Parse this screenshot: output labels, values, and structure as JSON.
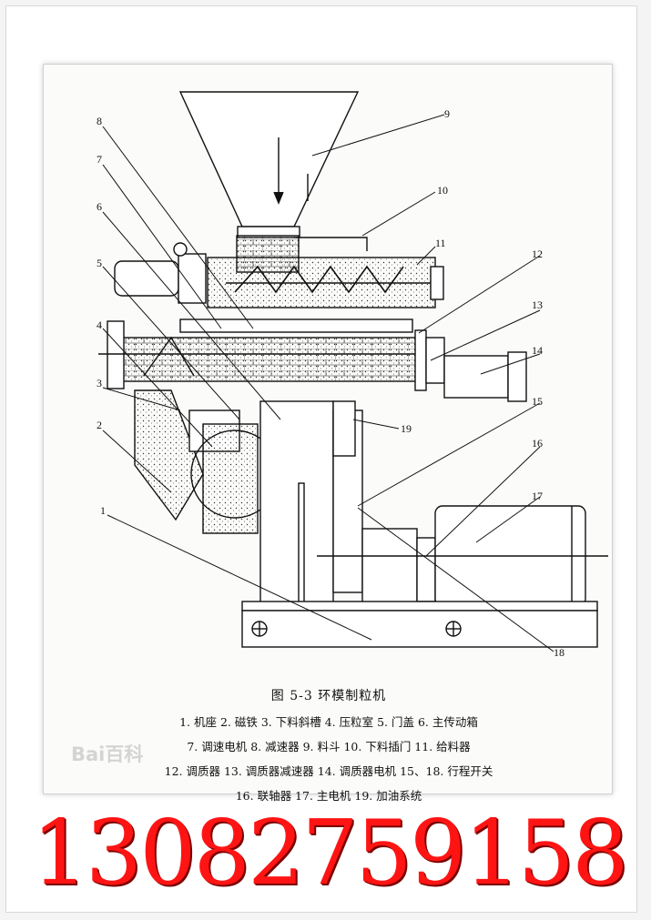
{
  "figure": {
    "caption": "图 5-3   环模制粒机",
    "legend_lines": [
      "1. 机座   2. 磁铁   3. 下料斜槽   4. 压粒室   5. 门盖   6. 主传动箱",
      "7. 调速电机   8. 减速器   9. 料斗   10. 下料插门   11. 给料器",
      "12. 调质器   13. 调质器减速器   14. 调质器电机   15、18. 行程开关",
      "16. 联轴器   17. 主电机   19. 加油系统"
    ],
    "callout_numbers": [
      "1",
      "2",
      "3",
      "4",
      "5",
      "6",
      "7",
      "8",
      "9",
      "10",
      "11",
      "12",
      "13",
      "14",
      "15",
      "16",
      "17",
      "18",
      "19"
    ]
  },
  "watermark": "Bai百科",
  "phone_number": "13082759158",
  "colors": {
    "phone": "#ff1414",
    "ink": "#111111",
    "paper": "#fbfbf9"
  }
}
